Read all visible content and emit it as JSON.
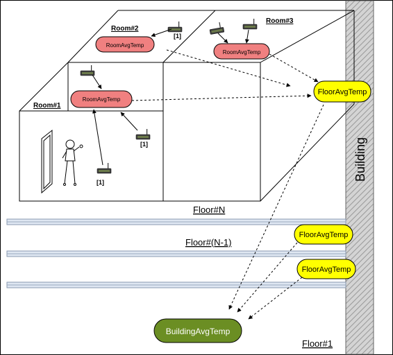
{
  "rooms": {
    "room1": "Room#1",
    "room2": "Room#2",
    "room3": "Room#3"
  },
  "room_avg_nodes": {
    "room1": "RoomAvgTemp",
    "room2": "RoomAvgTemp",
    "room3": "RoomAvgTemp"
  },
  "floor_avg_nodes": {
    "floor_n": "FloorAvgTemp",
    "floor_n1": "FloorAvgTemp",
    "floor_lower": "FloorAvgTemp"
  },
  "building_avg_node": "BuildingAvgTemp",
  "floors": {
    "floor_n": "Floor#N",
    "floor_n1": "Floor#(N-1)",
    "floor_1": "Floor#1"
  },
  "building_label": "Building",
  "sensor_refs": {
    "s_room2": "[1]",
    "s_room1_right": "[1]",
    "s_room1_bottom": "[1]"
  },
  "colors": {
    "room_node": "#f08080",
    "floor_node": "#ffff00",
    "building_node": "#6b8e23",
    "wall": "#d9d9d9",
    "slab": "#dfe7f2"
  }
}
